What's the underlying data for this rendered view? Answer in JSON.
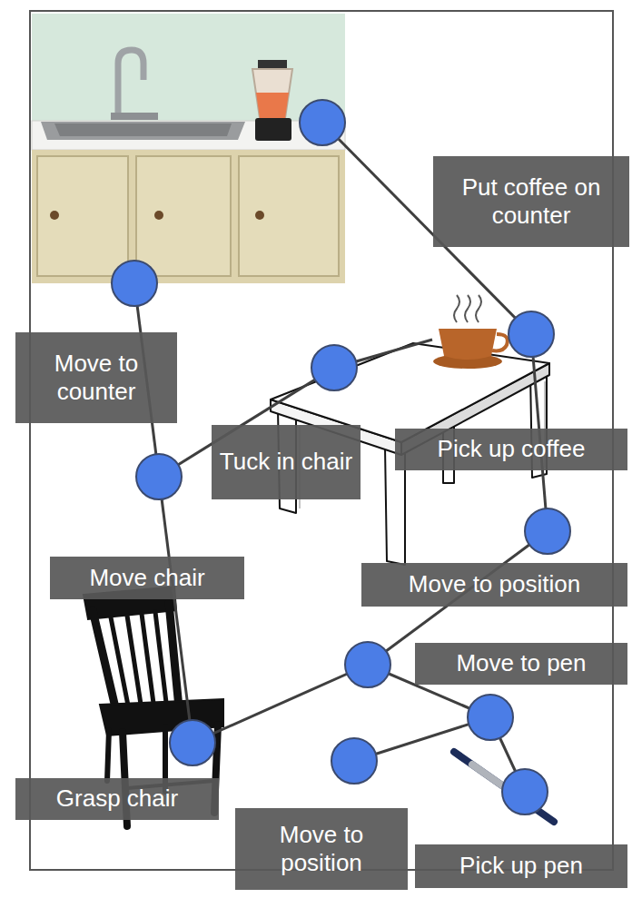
{
  "diagram": {
    "nodes": [
      {
        "text": [
          "Put coffee on counter"
        ]
      },
      {
        "text": [
          "Move to counter"
        ]
      },
      {
        "text": [
          "Tuck in chair"
        ]
      },
      {
        "text": [
          "Pick up coffee"
        ]
      },
      {
        "text": [
          "Move chair"
        ]
      },
      {
        "text": [
          "Move to position"
        ]
      },
      {
        "text": [
          "Move to pen"
        ]
      },
      {
        "text": [
          "Grasp chair"
        ]
      },
      {
        "text": [
          "Move to position"
        ]
      },
      {
        "text": [
          "Pick up pen"
        ]
      }
    ]
  }
}
